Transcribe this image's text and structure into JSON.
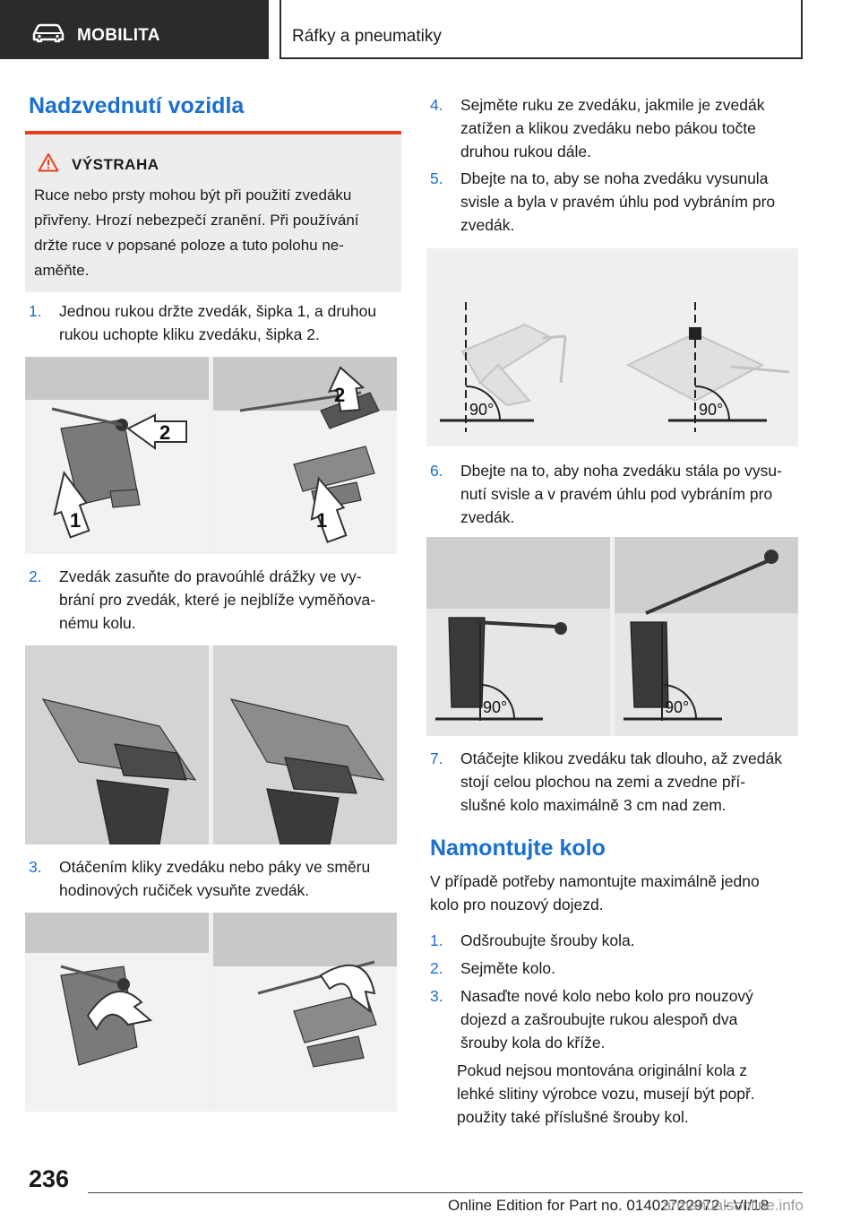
{
  "header": {
    "section_label": "MOBILITA",
    "section_icon": "car-icon",
    "chapter_title": "Ráfky a pneumatiky"
  },
  "left": {
    "heading": "Nadzvednutí vozidla",
    "warning": {
      "icon": "warning-triangle-icon",
      "title": "VÝSTRAHA",
      "text": "Ruce nebo prsty mohou být při použití zvedáku\npřivřeny. Hrozí nebezpečí zranění. Při používání\ndržte ruce v popsané poloze a tuto polohu ne‐\naměňte."
    },
    "steps": [
      {
        "num": "1.",
        "text": "Jednou rukou držte zvedák, šipka 1, a druhou\nrukou uchopte kliku zvedáku, šipka 2."
      },
      {
        "num": "2.",
        "text": "Zvedák zasuňte do pravoúhlé drážky ve vy‐\nbrání pro zvedák, které je nejblíže vyměňova‐\nnému kolu."
      },
      {
        "num": "3.",
        "text": "Otáčením kliky zvedáku nebo páky ve směru\nhodinových ručiček vysuňte zvedák."
      }
    ],
    "figure1_labels": [
      "1",
      "2",
      "2",
      "1"
    ]
  },
  "right": {
    "steps_a": [
      {
        "num": "4.",
        "text": "Sejměte ruku ze zvedáku, jakmile je zvedák\nzatížen a klikou zvedáku nebo pákou točte\ndruhou rukou dále."
      },
      {
        "num": "5.",
        "text": "Dbejte na to, aby se noha zvedáku vysunula\nsvisle a byla v pravém úhlu pod vybráním pro\nzvedák."
      }
    ],
    "fig4_angle_labels": [
      "90°",
      "90°"
    ],
    "step6": {
      "num": "6.",
      "text": "Dbejte na to, aby noha zvedáku stála po vysu‐\nnutí svisle a v pravém úhlu pod vybráním pro\nzvedák."
    },
    "fig5_angle_labels": [
      "90°",
      "90°"
    ],
    "step7": {
      "num": "7.",
      "text": "Otáčejte klikou zvedáku tak dlouho, až zvedák\nstojí celou plochou na zemi a zvedne pří‐\nslušné kolo maximálně 3 cm nad zem."
    },
    "heading2": "Namontujte kolo",
    "intro": "V případě potřeby namontujte maximálně jedno\nkolo pro nouzový dojezd.",
    "steps_b": [
      {
        "num": "1.",
        "text": "Odšroubujte šrouby kola."
      },
      {
        "num": "2.",
        "text": "Sejměte kolo."
      },
      {
        "num": "3.",
        "text": "Nasaďte nové kolo nebo kolo pro nouzový\ndojezd a zašroubujte rukou alespoň dva\nšrouby kola do kříže."
      }
    ],
    "note": "Pokud nejsou montována originální kola z\nlehké slitiny výrobce vozu, musejí být popř.\npoužity také příslušné šrouby kol."
  },
  "footer": {
    "page_number": "236",
    "edition": "Online Edition for Part no. 01402722972 - VI/18",
    "watermark": "armanualsonline.info"
  },
  "colors": {
    "accent_blue": "#1a6fd1",
    "warning_red": "#e8401c",
    "header_dark": "#2b2b2b"
  }
}
